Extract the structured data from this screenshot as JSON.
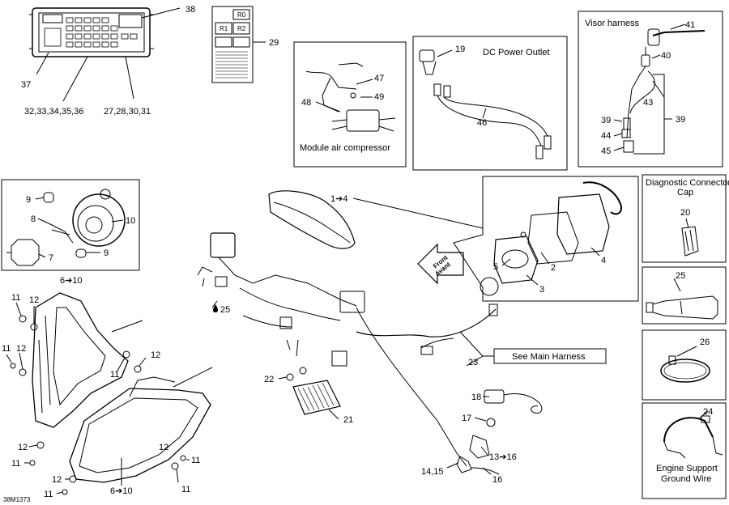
{
  "captions": {
    "module_air_compressor": "Module air compressor",
    "dc_power_outlet": "DC Power Outlet",
    "visor_harness": "Visor harness",
    "diagnostic_line1": "Diagnostic Connector",
    "diagnostic_line2": "Cap",
    "see_main_harness": "See Main Harness",
    "engine_support_line1": "Engine Support",
    "engine_support_line2": "Ground Wire",
    "front_avant_line1": "Front",
    "front_avant_line2": "Avant",
    "figure_code": "38M1373"
  },
  "labels": {
    "p38": "38",
    "p37": "37",
    "p32_36": "32,33,34,35,36",
    "p27_31": "27,28,30,31",
    "p29": "29",
    "p47": "47",
    "p48": "48",
    "p49": "49",
    "p19": "19",
    "p46": "46",
    "p41": "41",
    "p40": "40",
    "p43": "43",
    "p39a": "39",
    "p39b": "39",
    "p44": "44",
    "p45": "45",
    "p20": "20",
    "p25b": "25",
    "p26": "26",
    "p24": "24",
    "p9a": "9",
    "p9b": "9",
    "p8": "8",
    "p10": "10",
    "p7": "7",
    "p1_4": "1➔4",
    "p2": "2",
    "p3": "3",
    "p4": "4",
    "p5": "5",
    "p6_10a": "6➔10",
    "p6_10b": "6➔10",
    "p11a": "11",
    "p11b": "11",
    "p11c": "11",
    "p11d": "11",
    "p11e": "11",
    "p11f": "11",
    "p11g": "11",
    "p12a": "12",
    "p12b": "12",
    "p12c": "12",
    "p12d": "12",
    "p12e": "12",
    "p12f": "12",
    "p25": "25",
    "p22": "22",
    "p21": "21",
    "p23": "23",
    "p18": "18",
    "p17": "17",
    "p13_16": "13➔16",
    "p14_15": "14,15",
    "p16": "16"
  },
  "relay_box": {
    "r0": "R0",
    "r1": "R1",
    "r2": "R2"
  }
}
